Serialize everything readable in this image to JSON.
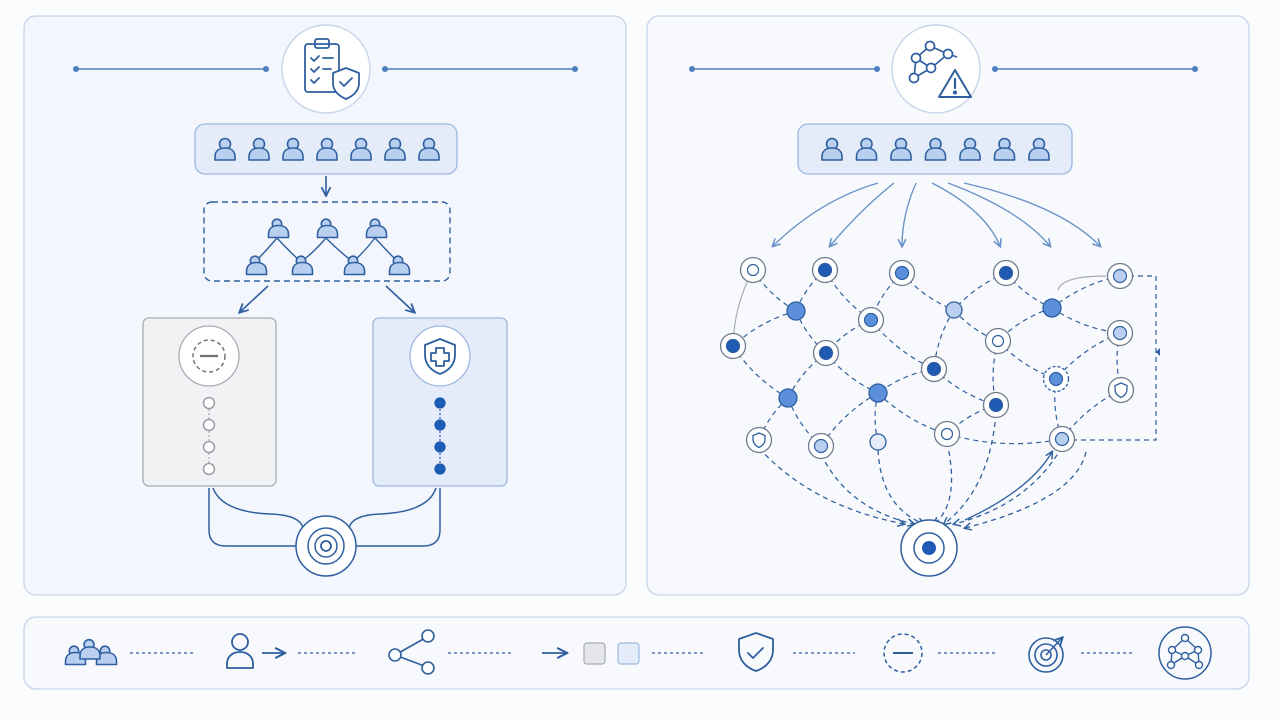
{
  "palette": {
    "background": "#fbfcfe",
    "panel_fill": "#f3f6fc",
    "panel_stroke": "#c6d5ea",
    "line": "#2f5f9f",
    "line_light": "#6b93c9",
    "fill_light": "#e3ecf8",
    "fill_mid": "#b9cff0",
    "fill_strong": "#5b8fdb",
    "fill_dark": "#1f5bb5",
    "gray_fill": "#f1f2f4",
    "gray_stroke": "#a7abb2"
  },
  "left_panel": {
    "header_icon": "clipboard-shield-icon",
    "group_icon": "person-icon",
    "group_size": 7,
    "tree_icon": "person-icon",
    "branches": [
      {
        "variant": "control",
        "icon": "minus-circle-icon",
        "dots": 4
      },
      {
        "variant": "treatment",
        "icon": "shield-plus-icon",
        "dots": 4
      }
    ],
    "merge_icon": "target-icon"
  },
  "right_panel": {
    "header_icon": "network-warning-icon",
    "group_icon": "person-icon",
    "group_size": 7,
    "network_icon": "network-node-icon",
    "sink_icon": "target-icon"
  },
  "legend": {
    "items": [
      {
        "icon": "people-group-icon"
      },
      {
        "icon": "person-arrow-icon"
      },
      {
        "icon": "share-network-icon"
      },
      {
        "icon": "arrow-right-icon"
      },
      {
        "icon": "gray-square-icon"
      },
      {
        "icon": "blue-square-icon"
      },
      {
        "icon": "shield-check-icon"
      },
      {
        "icon": "dashed-minus-circle-icon"
      },
      {
        "icon": "target-arrow-icon"
      },
      {
        "icon": "network-circle-icon"
      }
    ]
  }
}
